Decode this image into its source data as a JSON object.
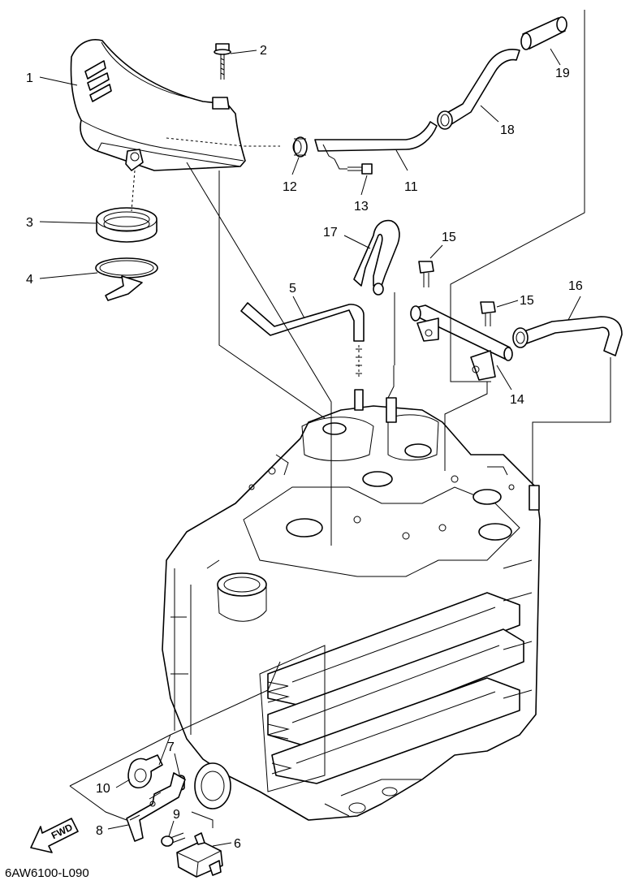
{
  "diagram": {
    "code": "6AW6100-L090",
    "direction_label": "FWD",
    "callouts": [
      "1",
      "2",
      "3",
      "4",
      "5",
      "6",
      "7",
      "8",
      "9",
      "10",
      "11",
      "12",
      "13",
      "14",
      "15",
      "15",
      "16",
      "17",
      "18",
      "19"
    ],
    "parts": [
      {
        "id": "1",
        "name": "intake-silencer-cover"
      },
      {
        "id": "2",
        "name": "bolt"
      },
      {
        "id": "3",
        "name": "seal-ring"
      },
      {
        "id": "4",
        "name": "hose-clamp"
      },
      {
        "id": "5",
        "name": "hose"
      },
      {
        "id": "6",
        "name": "sensor"
      },
      {
        "id": "7",
        "name": "collar"
      },
      {
        "id": "8",
        "name": "bracket"
      },
      {
        "id": "9",
        "name": "screw"
      },
      {
        "id": "10",
        "name": "clamp"
      },
      {
        "id": "11",
        "name": "hose"
      },
      {
        "id": "12",
        "name": "grommet"
      },
      {
        "id": "13",
        "name": "screw"
      },
      {
        "id": "14",
        "name": "joint"
      },
      {
        "id": "15",
        "name": "bolt"
      },
      {
        "id": "16",
        "name": "hose"
      },
      {
        "id": "17",
        "name": "hose"
      },
      {
        "id": "18",
        "name": "hose"
      },
      {
        "id": "19",
        "name": "hose"
      }
    ],
    "colors": {
      "line": "#000000",
      "background": "#ffffff"
    }
  }
}
